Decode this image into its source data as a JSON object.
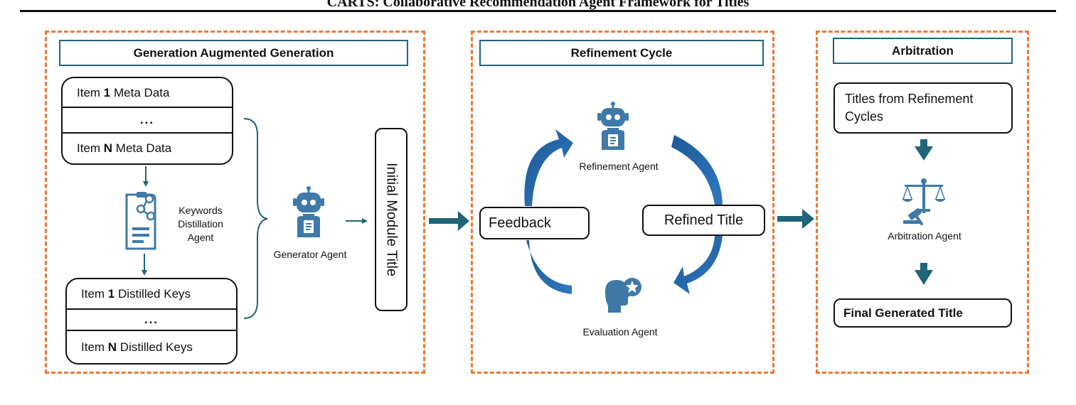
{
  "header": {
    "title": "CARTS: Collaborative Recommendation Agent Framework for Titles"
  },
  "panels": {
    "generation": {
      "title": "Generation Augmented Generation",
      "metadata_rows": [
        {
          "prefix": "Item ",
          "index": "1",
          "suffix": " Meta Data"
        },
        {
          "ellipsis": "..."
        },
        {
          "prefix": "Item ",
          "index": "N",
          "suffix": " Meta Data"
        }
      ],
      "keywords_agent_label": "Keywords\nDistillation\nAgent",
      "distilled_rows": [
        {
          "prefix": "Item ",
          "index": "1",
          "suffix": " Distilled Keys"
        },
        {
          "ellipsis": "..."
        },
        {
          "prefix": "Item ",
          "index": "N",
          "suffix": " Distilled Keys"
        }
      ],
      "generator_agent_label": "Generator Agent",
      "initial_title": "Initial Module Title"
    },
    "refinement": {
      "title": "Refinement Cycle",
      "refinement_agent_label": "Refinement Agent",
      "evaluation_agent_label": "Evaluation Agent",
      "feedback_label": "Feedback",
      "refined_title_label": "Refined Title"
    },
    "arbitration": {
      "title": "Arbitration",
      "input_label": "Titles from Refinement\nCycles",
      "agent_label": "Arbitration Agent",
      "output_label": "Final Generated Title"
    }
  },
  "icons": [
    "robot-icon",
    "document-share-icon",
    "head-star-icon",
    "scales-gavel-icon"
  ],
  "colors": {
    "panel_border": "#E97A35",
    "title_border": "#1F6478",
    "arrow": "#1F6478",
    "icon": "#3F79A8"
  }
}
